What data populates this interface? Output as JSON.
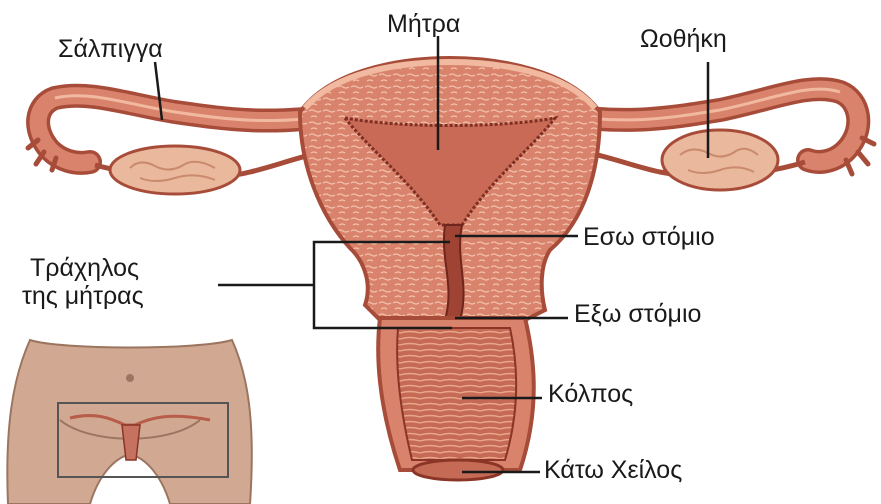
{
  "labels": {
    "fallopian_tube": "Σάλπιγγα",
    "uterus": "Μήτρα",
    "ovary": "Ωοθήκη",
    "cervix_line1": "Τράχηλος",
    "cervix_line2": "της μήτρας",
    "internal_os": "Εσω στόμιο",
    "external_os": "Εξω στόμιο",
    "vagina": "Κόλπος",
    "lower_lip": "Κάτω Χείλος"
  },
  "colors": {
    "tissue": "#d9836d",
    "tissue_dark": "#a84c3a",
    "tissue_light": "#f0b9a0",
    "ovary": "#eab89c",
    "inset_skin": "#d1a993",
    "leader_line": "#1a1a1a"
  },
  "icons": {
    "inset": "body-silhouette-icon"
  }
}
